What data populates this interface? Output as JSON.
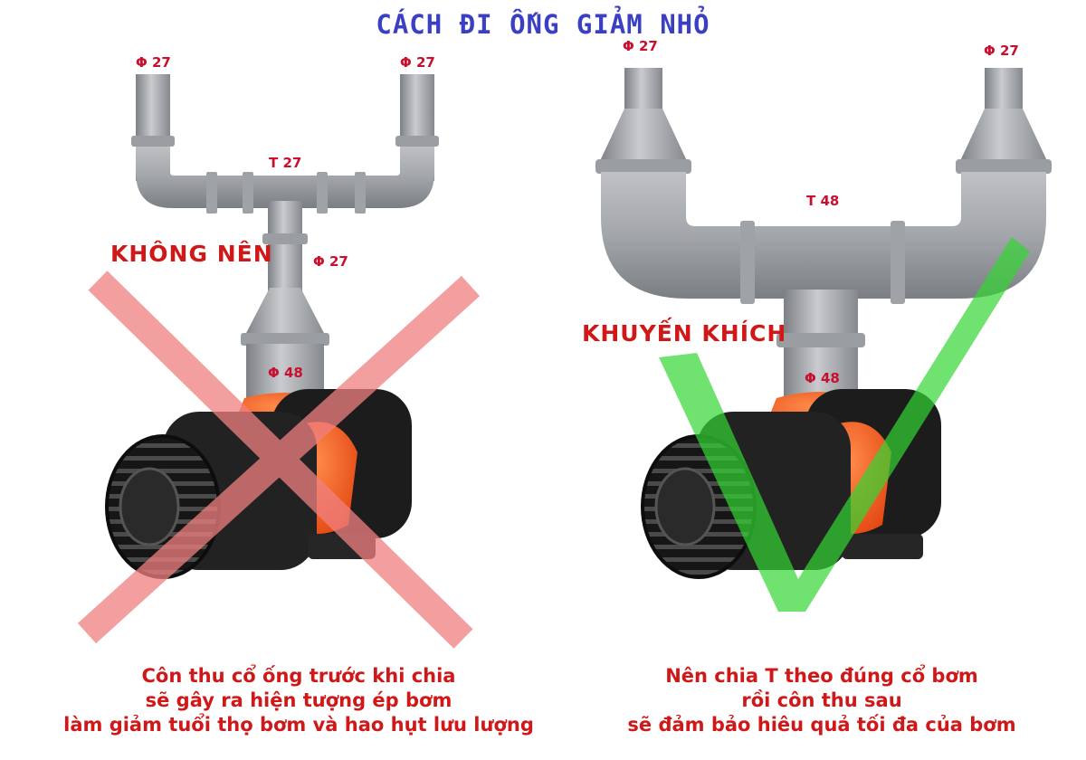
{
  "title": "CÁCH ĐI ỐNG GIẢM NHỎ",
  "left": {
    "labels": {
      "top_left": "Φ 27",
      "top_right": "Φ 27",
      "tee": "T 27",
      "stem": "Φ 27",
      "pump_outlet": "Φ 48"
    },
    "verdict": "KHÔNG NÊN",
    "caption": [
      "Côn thu cổ ống trước khi chia",
      "sẽ gây ra hiện tượng ép bơm",
      "làm giảm tuổi thọ bơm và hao hụt lưu lượng"
    ]
  },
  "right": {
    "labels": {
      "top_left": "Φ 27",
      "top_right": "Φ 27",
      "tee": "T 48",
      "pump_outlet": "Φ 48"
    },
    "verdict": "KHUYẾN KHÍCH",
    "caption": [
      "Nên chia T theo đúng cổ bơm",
      "rồi côn thu sau",
      "sẽ đảm bảo hiêu quả tối đa của bơm"
    ]
  },
  "colors": {
    "title": "#3b3fc4",
    "labels": "#c8102e",
    "verdict_text": "#d01818",
    "pipe": "#a8abb0",
    "pump_body": "#1c1c1c",
    "pump_collar": "#ff5a1f",
    "cross_mark": "#f08080",
    "check_mark": "#33d633"
  },
  "icons": {
    "left_mark": "cross-mark-icon",
    "right_mark": "check-mark-icon"
  }
}
